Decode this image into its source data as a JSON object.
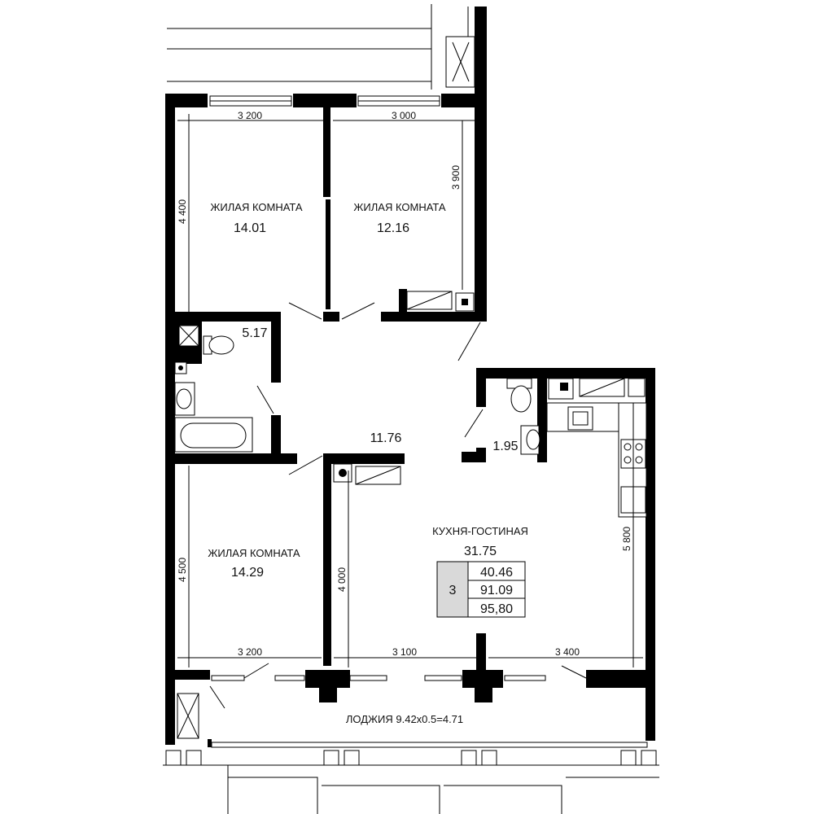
{
  "rooms": {
    "bedroom1": {
      "name": "ЖИЛАЯ КОМНАТА",
      "area": "14.01"
    },
    "bedroom2": {
      "name": "ЖИЛАЯ КОМНАТА",
      "area": "12.16"
    },
    "bedroom3": {
      "name": "ЖИЛАЯ КОМНАТА",
      "area": "14.29"
    },
    "bathroom": {
      "area": "5.17"
    },
    "wc": {
      "area": "1.95"
    },
    "hall": {
      "area": "11.76"
    },
    "kitchen": {
      "name": "КУХНЯ-ГОСТИНАЯ",
      "area": "31.75"
    },
    "loggia": {
      "label": "ЛОДЖИЯ 9.42х0.5=4.71"
    }
  },
  "dimensions": {
    "top_left_width": "3 200",
    "top_right_width": "3 000",
    "top_left_height": "4 400",
    "top_right_height": "3 900",
    "bottom_left_height": "4 500",
    "bottom_left_width": "3 200",
    "kitchen_left_height": "4 000",
    "kitchen_bottom_mid": "3 100",
    "kitchen_bottom_right": "3 400",
    "kitchen_right_height": "5 800"
  },
  "summary": {
    "room_count": "3",
    "living_area": "40.46",
    "total_area": "91.09",
    "total_with_loggia": "95,80"
  },
  "colors": {
    "wall": "#000000",
    "summary_fill": "#d9d9d9"
  }
}
